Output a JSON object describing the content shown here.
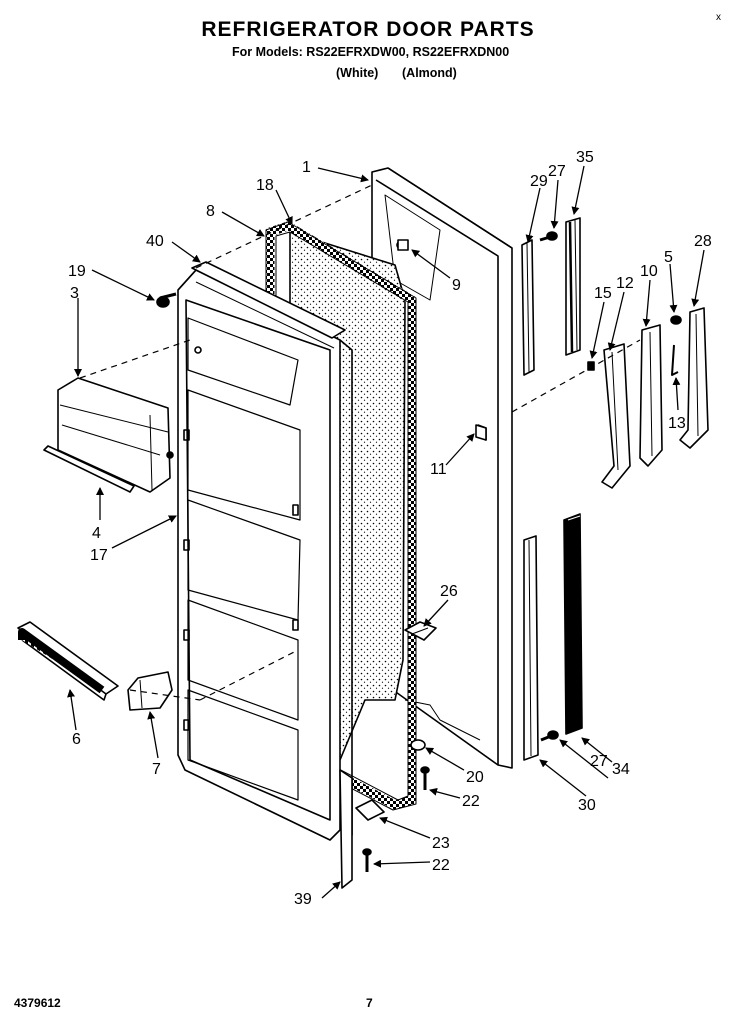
{
  "page": {
    "title": "REFRIGERATOR DOOR PARTS",
    "models_line": "For Models: RS22EFRXDW00, RS22EFRXDN00",
    "variant_white": "(White)",
    "variant_almond": "(Almond)",
    "corner_mark": "x",
    "doc_number": "4379612",
    "page_number": "7"
  },
  "callouts": {
    "c1": "1",
    "c18": "18",
    "c8": "8",
    "c40": "40",
    "c19": "19",
    "c3": "3",
    "c9": "9",
    "c29": "29",
    "c27a": "27",
    "c35": "35",
    "c28": "28",
    "c5": "5",
    "c10": "10",
    "c12": "12",
    "c15": "15",
    "c13": "13",
    "c11": "11",
    "c4": "4",
    "c17": "17",
    "c26": "26",
    "c6": "6",
    "c7": "7",
    "c20": "20",
    "c22a": "22",
    "c27b": "27",
    "c34": "34",
    "c30": "30",
    "c23": "23",
    "c22b": "22",
    "c39": "39"
  }
}
